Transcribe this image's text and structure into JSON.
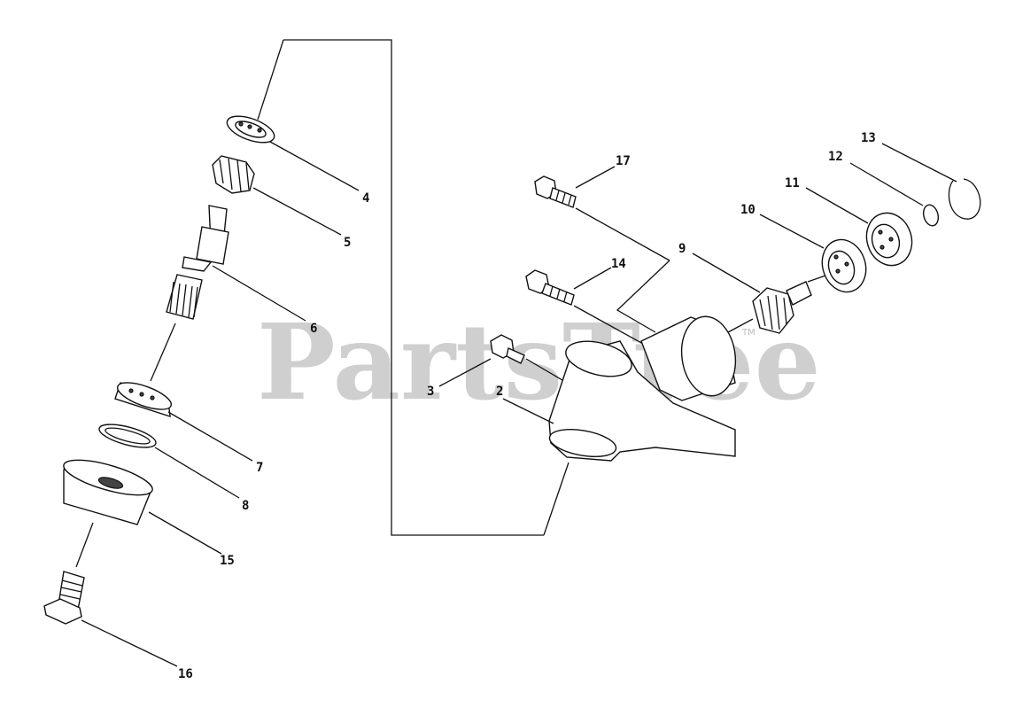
{
  "watermark": {
    "text": "PartsTree",
    "trademark": "TM"
  },
  "callouts": {
    "c2": "2",
    "c3": "3",
    "c4": "4",
    "c5": "5",
    "c6": "6",
    "c7": "7",
    "c8": "8",
    "c9": "9",
    "c10": "10",
    "c11": "11",
    "c12": "12",
    "c13": "13",
    "c14": "14",
    "c15": "15",
    "c16": "16",
    "c17": "17"
  }
}
